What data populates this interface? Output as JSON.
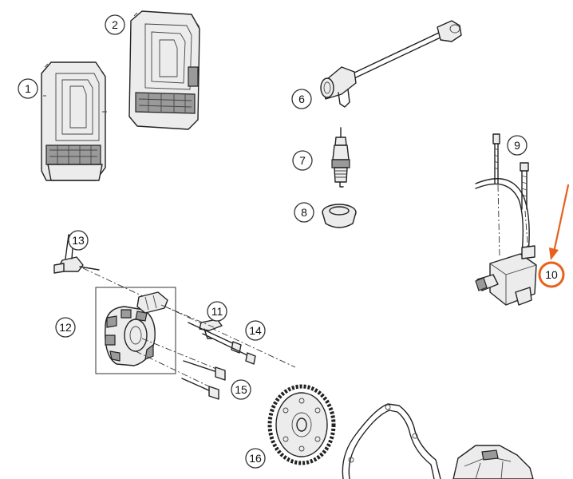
{
  "diagram": {
    "callouts": [
      {
        "id": "c1",
        "label": "1"
      },
      {
        "id": "c2",
        "label": "2"
      },
      {
        "id": "c6",
        "label": "6"
      },
      {
        "id": "c7",
        "label": "7"
      },
      {
        "id": "c8",
        "label": "8"
      },
      {
        "id": "c9",
        "label": "9"
      },
      {
        "id": "c10",
        "label": "10",
        "highlighted": true
      },
      {
        "id": "c11",
        "label": "11"
      },
      {
        "id": "c12",
        "label": "12"
      },
      {
        "id": "c13",
        "label": "13"
      },
      {
        "id": "c14",
        "label": "14"
      },
      {
        "id": "c15",
        "label": "15"
      },
      {
        "id": "c16",
        "label": "16"
      }
    ],
    "colors": {
      "line": "#222222",
      "callout_stroke": "#333333",
      "highlight": "#e8601c",
      "background": "#ffffff"
    }
  }
}
